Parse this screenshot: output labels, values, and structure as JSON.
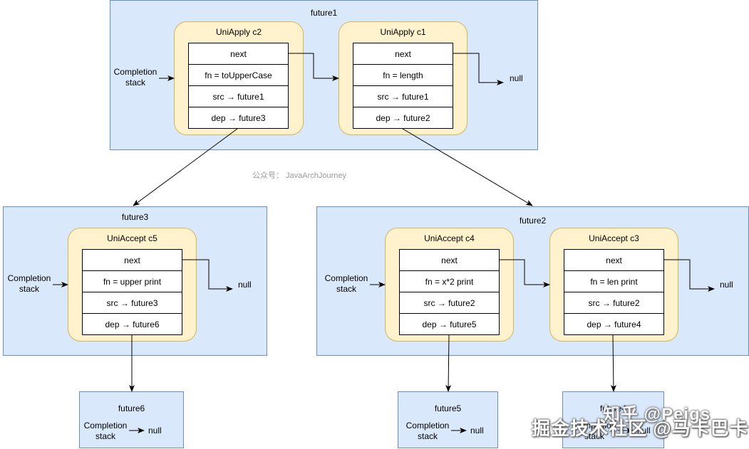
{
  "futures": {
    "future1": "future1",
    "future2": "future2",
    "future3": "future3",
    "future5": "future5",
    "future6": "future6",
    "future4": "future4"
  },
  "completion_stack": [
    "Completion",
    "stack"
  ],
  "null_label": "null",
  "nodes": {
    "c2": {
      "title": "UniApply c2",
      "fields": [
        "next",
        "fn = toUpperCase",
        "src → future1",
        "dep → future3"
      ]
    },
    "c1": {
      "title": "UniApply c1",
      "fields": [
        "next",
        "fn = length",
        "src → future1",
        "dep → future2"
      ]
    },
    "c5": {
      "title": "UniAccept c5",
      "fields": [
        "next",
        "fn = upper print",
        "src → future3",
        "dep → future6"
      ]
    },
    "c4": {
      "title": "UniAccept c4",
      "fields": [
        "next",
        "fn = x*2 print",
        "src → future2",
        "dep → future5"
      ]
    },
    "c3": {
      "title": "UniAccept c3",
      "fields": [
        "next",
        "fn = len print",
        "src → future2",
        "dep → future4"
      ]
    }
  },
  "watermark": "公众号： JavaArchJourney",
  "overlay_watermark": "掘金技术社区 @马卡巴卡",
  "overlay_watermark_2": "知乎 @Peigs"
}
